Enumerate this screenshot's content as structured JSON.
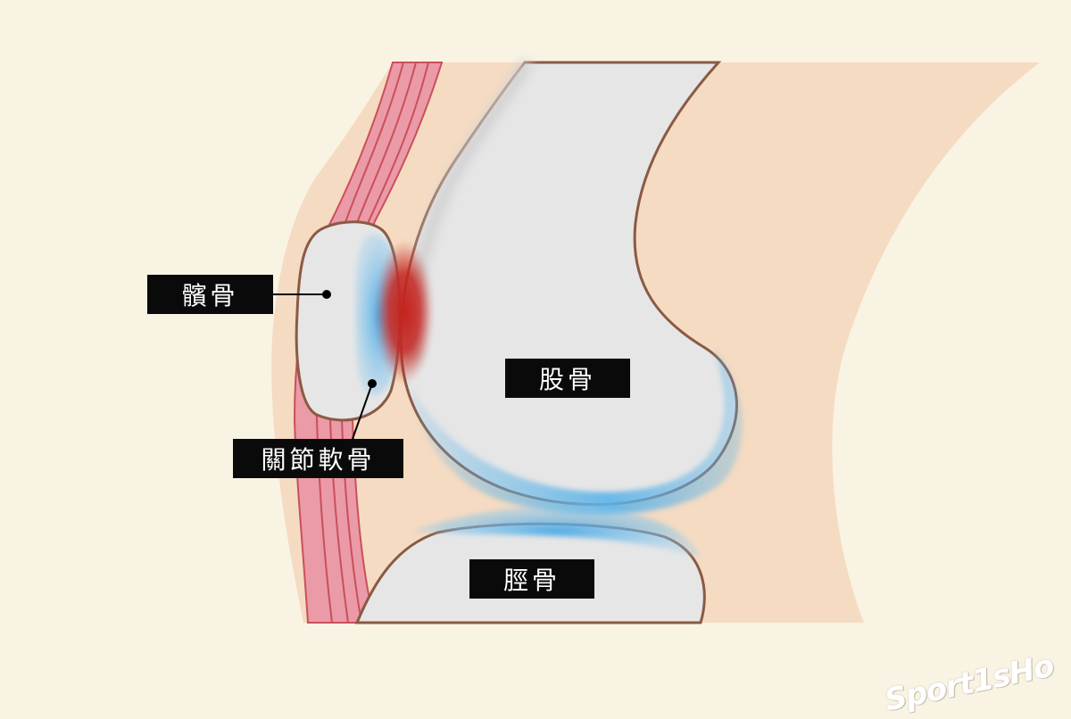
{
  "labels": {
    "patella": "髕骨",
    "articular_cartilage": "關節軟骨",
    "femur": "股骨",
    "tibia": "脛骨"
  },
  "watermark": "Sport1sHo",
  "colors": {
    "background": "#f9f3e3",
    "skin": "#f5dbc2",
    "bone": "#e6e6e6",
    "outline": "#8a5a44",
    "tendon": "#e57f8f",
    "cartilage": "#5cb3e8",
    "inflammation": "#c4221c",
    "label_bg": "#0a0a0a",
    "label_text": "#ffffff"
  }
}
